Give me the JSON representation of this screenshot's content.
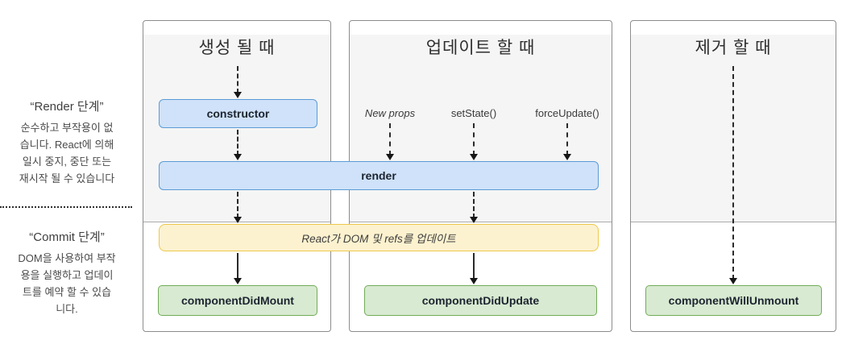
{
  "sidebar": {
    "render_phase": {
      "title": "“Render 단계”",
      "description": "순수하고 부작용이 없\n습니다. React에 의해\n일시 중지, 중단 또는\n재시작 될 수 있습니다"
    },
    "commit_phase": {
      "title": "“Commit 단계”",
      "description": "DOM을 사용하여 부작\n용을 실행하고 업데이\n트를 예약 할 수 있습\n니다."
    }
  },
  "columns": {
    "mount": {
      "title": "생성 될 때"
    },
    "update": {
      "title": "업데이트 할 때"
    },
    "unmount": {
      "title": "제거 할 때"
    }
  },
  "update_triggers": [
    "New props",
    "setState()",
    "forceUpdate()"
  ],
  "boxes": {
    "constructor": "constructor",
    "render": "render",
    "dom_update": "React가 DOM 및 refs를 업데이트",
    "component_did_mount": "componentDidMount",
    "component_did_update": "componentDidUpdate",
    "component_will_unmount": "componentWillUnmount"
  },
  "colors": {
    "lifecycle_method_fill": "#cfe2f9",
    "lifecycle_method_border": "#5b9bd5",
    "react_action_fill": "#fdf2cf",
    "react_action_border": "#edc84c",
    "commit_method_fill": "#d8ead1",
    "commit_method_border": "#71ac59",
    "phase_top_background": "#f5f5f5",
    "column_border": "#8d8d8d"
  }
}
